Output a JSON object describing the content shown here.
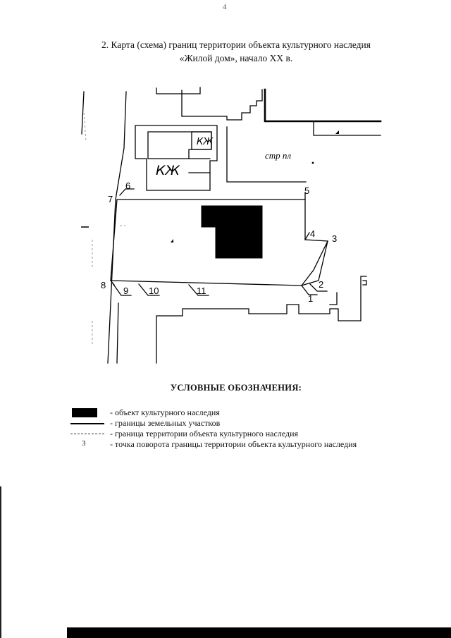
{
  "page_number": "4",
  "title": {
    "line1": "2. Карта (схема) границ территории объекта культурного наследия",
    "line2": "«Жилой дом», начало XX в."
  },
  "map": {
    "labels": {
      "kzh_small": "КЖ",
      "kzh_large": "КЖ",
      "str_pl": "стр пл"
    },
    "points": [
      {
        "id": "1",
        "label": "1"
      },
      {
        "id": "2",
        "label": "2"
      },
      {
        "id": "3",
        "label": "3"
      },
      {
        "id": "4",
        "label": "4"
      },
      {
        "id": "5",
        "label": "5"
      },
      {
        "id": "6",
        "label": "6"
      },
      {
        "id": "7",
        "label": "7"
      },
      {
        "id": "8",
        "label": "8"
      },
      {
        "id": "9",
        "label": "9"
      },
      {
        "id": "10",
        "label": "10"
      },
      {
        "id": "11",
        "label": "11"
      }
    ]
  },
  "legend": {
    "title": "УСЛОВНЫЕ ОБОЗНАЧЕНИЯ:",
    "items": [
      {
        "symbol": "filled-black-rectangle",
        "text": "- объект культурного наследия"
      },
      {
        "symbol": "solid-line",
        "text": "- границы земельных участков"
      },
      {
        "symbol": "dashed-line",
        "text": "- граница территории объекта культурного наследия"
      },
      {
        "symbol": "number",
        "number": "3",
        "text": "- точка поворота границы территории объекта культурного наследия"
      }
    ]
  }
}
